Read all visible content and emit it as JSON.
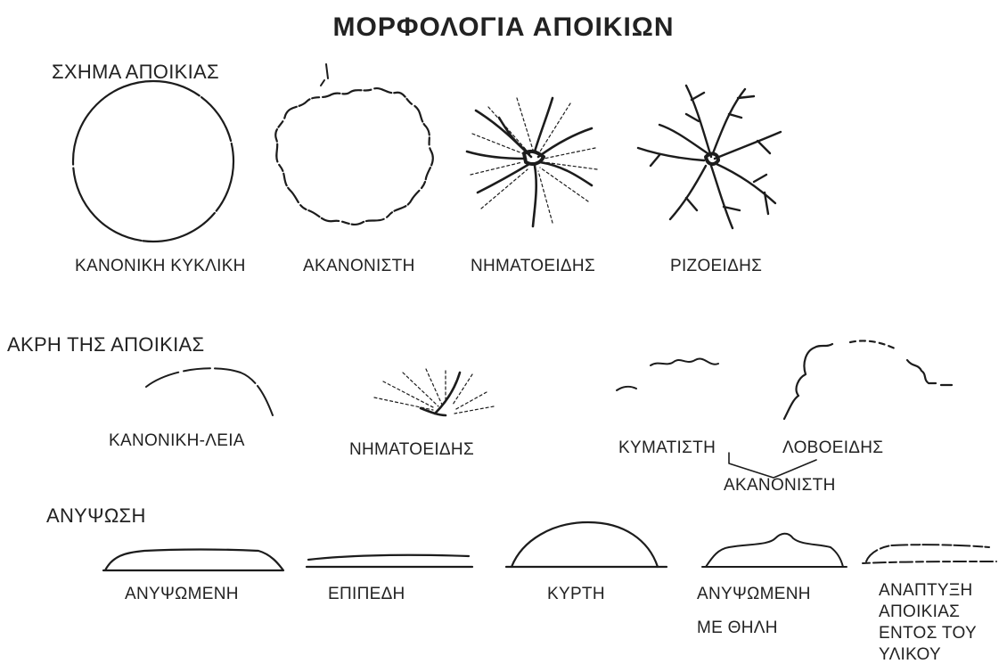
{
  "title": "ΜΟΡΦΟΛΟΓΙΑ ΑΠΟΙΚΙΩΝ",
  "sections": {
    "shape": {
      "heading": "ΣΧΗΜΑ ΑΠΟΙΚΙΑΣ",
      "items": [
        "ΚΑΝΟΝΙΚΗ ΚΥΚΛΙΚΗ",
        "ΑΚΑΝΟΝΙΣΤΗ",
        "ΝΗΜΑΤΟΕΙΔΗΣ",
        "ΡΙΖΟΕΙΔΗΣ"
      ]
    },
    "edge": {
      "heading": "ΑΚΡΗ ΤΗΣ ΑΠΟΙΚΙΑΣ",
      "items": [
        "ΚΑΝΟΝΙΚΗ-ΛΕΙΑ",
        "ΝΗΜΑΤΟΕΙΔΗΣ",
        "ΚΥΜΑΤΙΣΤΗ",
        "ΛΟΒΟΕΙΔΗΣ"
      ],
      "group_label": "ΑΚΑΝΟΝΙΣΤΗ"
    },
    "elevation": {
      "heading": "ΑΝΥΨΩΣΗ",
      "items": [
        {
          "lines": [
            "ΑΝΥΨΩΜΕΝΗ"
          ]
        },
        {
          "lines": [
            "ΕΠΙΠΕΔΗ"
          ]
        },
        {
          "lines": [
            "ΚΥΡΤΗ"
          ]
        },
        {
          "lines": [
            "ΑΝΥΨΩΜΕΝΗ",
            "ΜΕ ΘΗΛΗ"
          ]
        },
        {
          "lines": [
            "ΑΝΑΠΤΥΞΗ",
            "ΑΠΟΙΚΙΑΣ",
            "ΕΝΤΟΣ ΤΟΥ",
            "ΥΛΙΚΟΥ"
          ]
        }
      ]
    }
  }
}
